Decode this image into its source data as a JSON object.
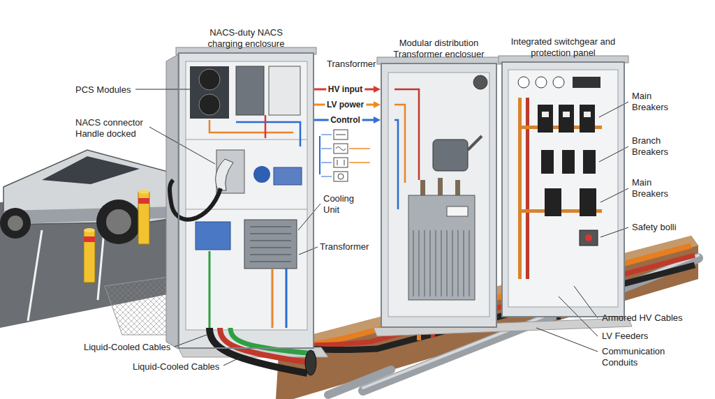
{
  "diagram": {
    "nodes": [
      {
        "text": [
          "NACS-duty NACS charging enclosure"
        ]
      },
      {
        "text": [
          "Modular distribution Transformer enclosuer"
        ]
      },
      {
        "text": [
          "Integrated switchgear and protection panel"
        ]
      }
    ],
    "edges": [
      {
        "from": 0,
        "to": 1,
        "arrow": "to",
        "label": "HV input"
      },
      {
        "from": 0,
        "to": 1,
        "arrow": "to",
        "label": "LV power"
      },
      {
        "from": 0,
        "to": 1,
        "arrow": "to",
        "label": "Control"
      }
    ],
    "labels": [
      "Transformer",
      "PCS Modules",
      "NACS connector Handle docked",
      "Cooling Unit",
      "Transformer",
      "Main Breakers",
      "Branch Breakers",
      "Main Breakers",
      "Safety bolli",
      "Liquid-Cooled Cables",
      "Liquid-Cooled Cables",
      "Armored HV Cables",
      "LV Feeders",
      "Communication Conduits"
    ]
  }
}
